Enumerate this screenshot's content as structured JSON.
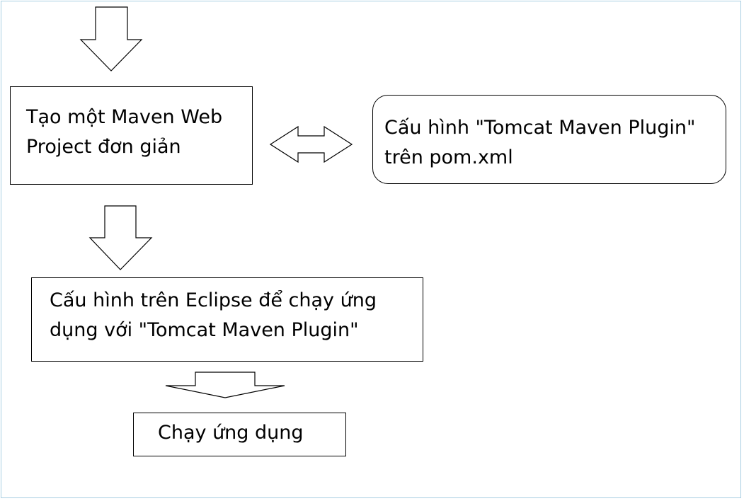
{
  "diagram": {
    "nodes": {
      "create_project": {
        "line1": "Tạo một Maven Web",
        "line2": "Project đơn giản"
      },
      "configure_plugin": {
        "line1": "Cấu hình \"Tomcat Maven Plugin\"",
        "line2": "trên pom.xml"
      },
      "configure_eclipse": {
        "line1": "Cấu hình trên Eclipse để chạy ứng",
        "line2": "dụng với \"Tomcat Maven Plugin\""
      },
      "run_app": {
        "line1": "Chạy ứng dụng"
      }
    },
    "colors": {
      "stroke": "#000000",
      "fill": "#ffffff",
      "frame": "#a9cfe3"
    }
  }
}
